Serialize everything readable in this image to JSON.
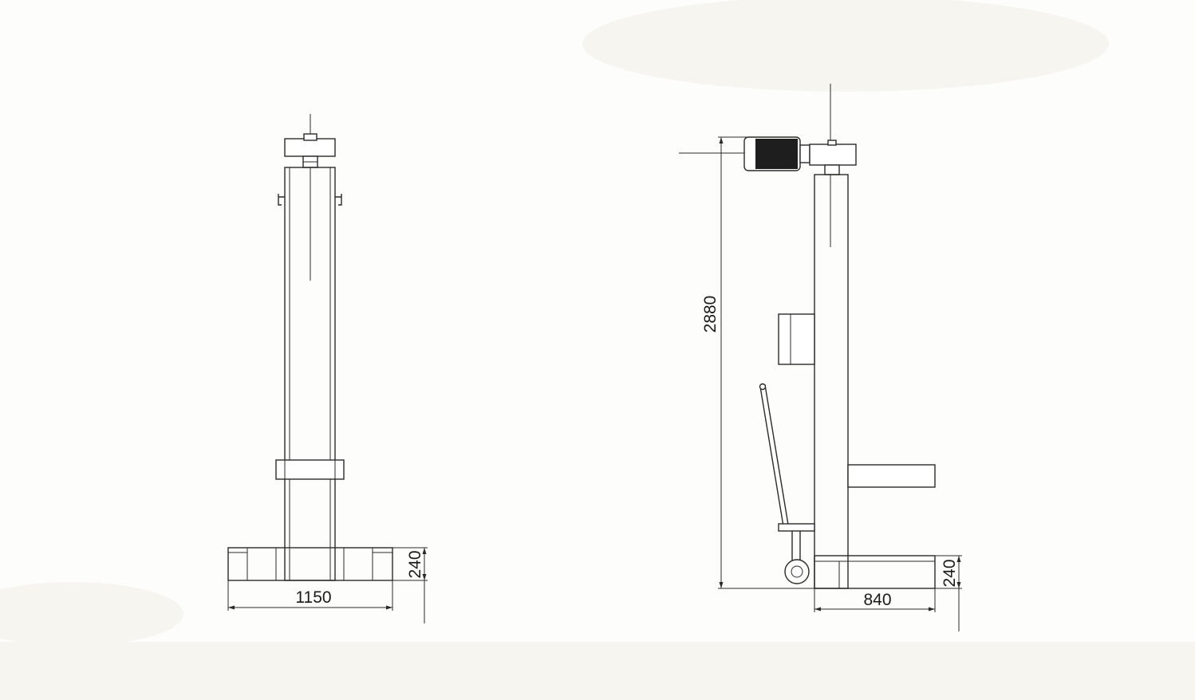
{
  "front_view": {
    "width_label": "1150",
    "base_height_label": "240"
  },
  "side_view": {
    "total_height_label": "2880",
    "depth_label": "840",
    "base_height_label": "240"
  },
  "colors": {
    "line": "#2a2a2a",
    "background": "#fdfdfb",
    "motor_fill": "#1e1e1e"
  }
}
